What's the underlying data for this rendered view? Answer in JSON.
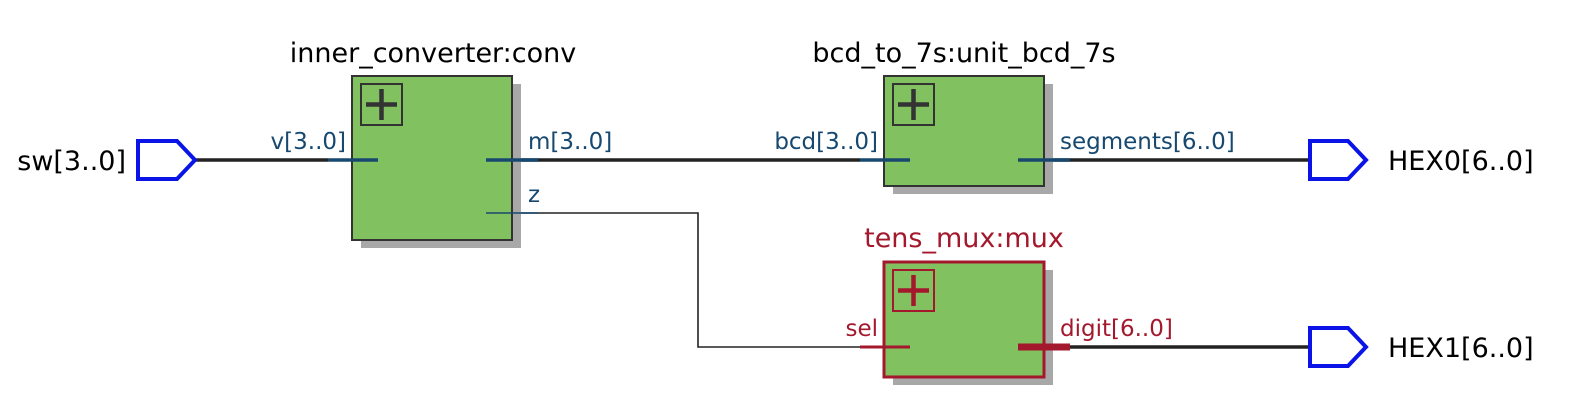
{
  "blocks": {
    "conv": {
      "title": "inner_converter:conv",
      "in_port": "v[3..0]",
      "out_port_bus": "m[3..0]",
      "out_port_wire": "z"
    },
    "bcd7": {
      "title": "bcd_to_7s:unit_bcd_7s",
      "in_port": "bcd[3..0]",
      "out_port": "segments[6..0]"
    },
    "mux": {
      "title": "tens_mux:mux",
      "in_port": "sel",
      "out_port": "digit[6..0]"
    }
  },
  "pins": {
    "input": "sw[3..0]",
    "output0": "HEX0[6..0]",
    "output1": "HEX1[6..0]"
  },
  "expand_symbol": "+",
  "colors": {
    "block_fill": "#82c160",
    "block_shadow": "#a8a8a8",
    "port_normal": "#17486f",
    "port_selected": "#a3182c",
    "pin": "#0a14e6",
    "wire": "#222222"
  }
}
